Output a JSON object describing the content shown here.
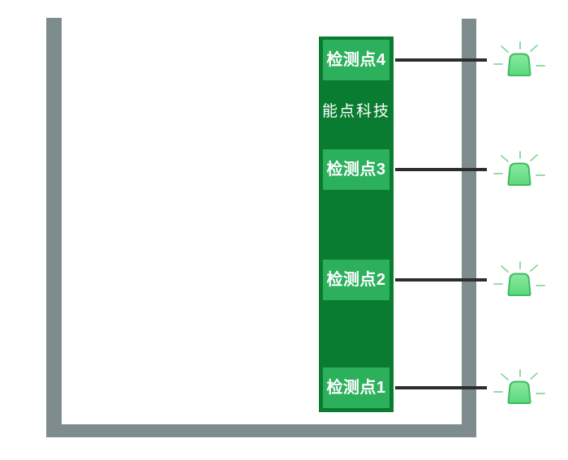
{
  "diagram": {
    "brand_text": "能点科技",
    "detection_points": [
      {
        "id": 4,
        "label": "检测点4",
        "status": "on"
      },
      {
        "id": 3,
        "label": "检测点3",
        "status": "on"
      },
      {
        "id": 2,
        "label": "检测点2",
        "status": "on"
      },
      {
        "id": 1,
        "label": "检测点1",
        "status": "on"
      }
    ],
    "icons": [
      "indicator-light-icon",
      "indicator-light-icon",
      "indicator-light-icon",
      "indicator-light-icon"
    ],
    "colors": {
      "column_green": "#0a7c31",
      "label_green": "#2cb05c",
      "wall_gray": "#7f8c8d",
      "line_black": "#2d2d2d",
      "led_fill_light": "#8aeb9e",
      "led_fill_dark": "#5ad87c",
      "led_border": "#3eba61",
      "led_rays": "#86d796",
      "label_text": "#ffffff"
    }
  }
}
